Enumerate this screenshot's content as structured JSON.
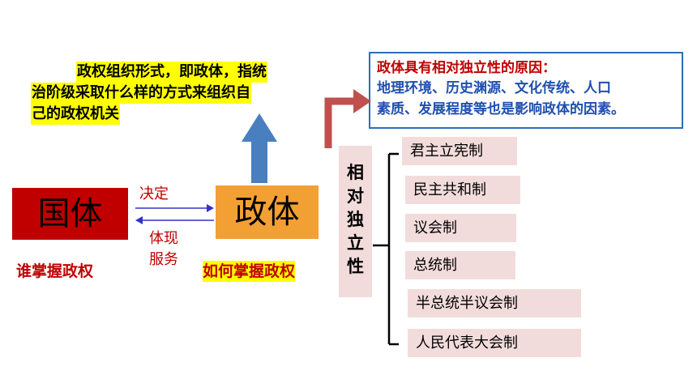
{
  "definition": {
    "lines": [
      "政权组织形式，即政体，指统",
      "治阶级采取什么样的方式来组织自",
      "己的政权机关"
    ]
  },
  "reason": {
    "title": "政体具有相对独立性的原因：",
    "body_line1": "地理环境、历史渊源、文化传统、人口",
    "body_line2": "素质、发展程度等也是影响政体的因素。"
  },
  "guoti": {
    "label": "国体",
    "caption": "谁掌握政权"
  },
  "zhengti": {
    "label": "政体",
    "caption": "如何掌握政权"
  },
  "relation": {
    "decides": "决定",
    "reflects_line1": "体现",
    "reflects_line2": "服务"
  },
  "independence": {
    "chars": [
      "相",
      "对",
      "独",
      "立",
      "性"
    ]
  },
  "systems": [
    "君主立宪制",
    "民主共和制",
    "议会制",
    "总统制",
    "半总统半议会制",
    "人民代表大会制"
  ],
  "colors": {
    "red": "#c00000",
    "orange": "#f2a034",
    "blue_arrow": "#4a7fbf",
    "pink": "#f2dcdb",
    "yellow": "#ffff00"
  }
}
